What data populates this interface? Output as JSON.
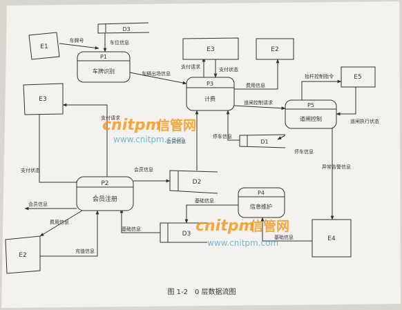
{
  "entities": {
    "e1_top": "E1",
    "e3_top": "E3",
    "e2_top": "E2",
    "e5": "E5",
    "e3_left": "E3",
    "e2_bottom": "E2",
    "e4": "E4"
  },
  "processes": {
    "p1": {
      "id": "P1",
      "name": "车牌识别"
    },
    "p3": {
      "id": "P3",
      "name": "计费"
    },
    "p5": {
      "id": "P5",
      "name": "道闸控制"
    },
    "p2": {
      "id": "P2",
      "name": "会员注册"
    },
    "p4": {
      "id": "P4",
      "name": "信息维护"
    }
  },
  "stores": {
    "d3_top": "D3",
    "d1": "D1",
    "d2": "D2",
    "d3_bottom": "D3"
  },
  "flows": {
    "plate_no": "车牌号",
    "spot_info": "车位信息",
    "entry_exit_info": "车辆出场信息",
    "pay_request": "支付请求",
    "pay_status_top": "支付状态",
    "fee_info": "费用信息",
    "lift_cmd": "抬杆控制指令",
    "gate_ctrl_request": "道闸控制请求",
    "gate_exec_status": "道闸执行状态",
    "parking_info": "停车信息",
    "parking_info2": "停车信息",
    "member_info_p3": "会员信息",
    "pay_request_left": "支付请求",
    "pay_status_left": "支付状态",
    "member_info_d2": "会员信息",
    "alarm_info": "异常告警信息",
    "base_info_p4": "基础信息",
    "base_info_d3": "基础信息",
    "base_info_e4": "基础信息",
    "member_info_e2": "会员信息",
    "fee_info_e2": "费用信息",
    "recharge_info": "充值信息"
  },
  "watermark": {
    "brand": "cnitpm",
    "brand_cn": "信管网",
    "url": "www.cnitpm.com"
  },
  "caption": "图 1-2　0 层数据流图",
  "colors": {
    "ink": "#2f2f2f",
    "paper": "#f4f2ee",
    "watermark_orange": "#f39a1e",
    "watermark_blue": "#5bb4e0"
  }
}
